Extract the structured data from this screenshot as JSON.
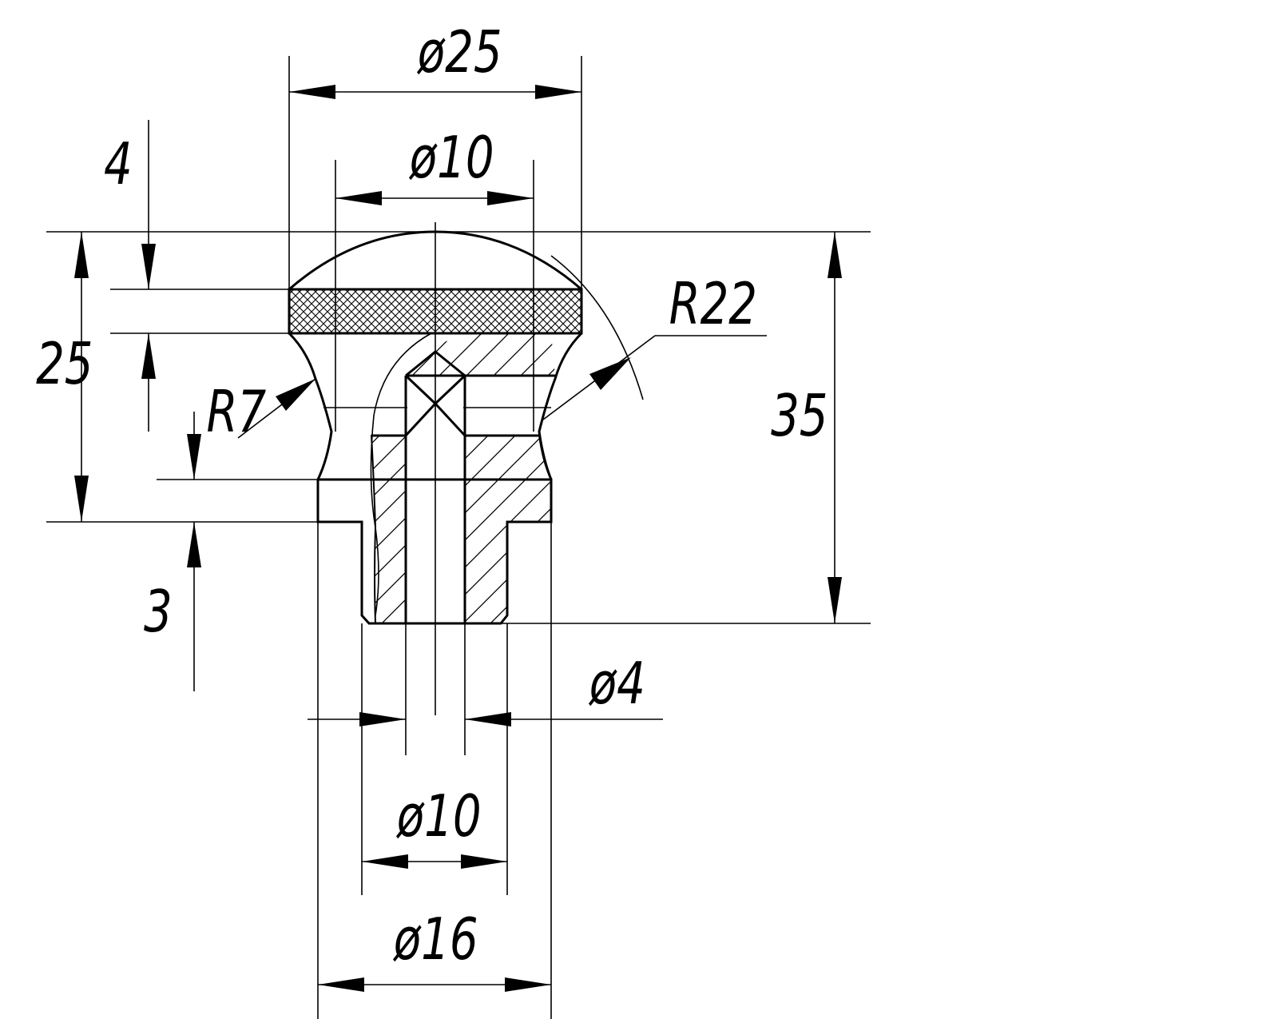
{
  "dimensions": {
    "d25": "ø25",
    "d10_top": "ø10",
    "d10_bottom": "ø10",
    "d16": "ø16",
    "d4": "ø4",
    "r22": "R22",
    "r7": "R7",
    "h4": "4",
    "h25": "25",
    "h35": "35",
    "h3": "3"
  }
}
